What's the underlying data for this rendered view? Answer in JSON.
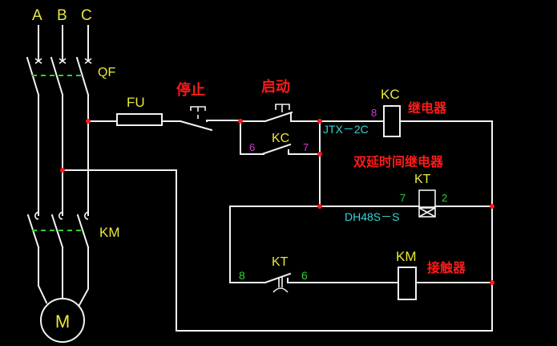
{
  "phases": {
    "a": "A",
    "b": "B",
    "c": "C"
  },
  "breaker": {
    "label": "QF"
  },
  "fuse": {
    "label": "FU"
  },
  "stop_button": {
    "label": "停止"
  },
  "start_button": {
    "label": "启动"
  },
  "relay_kc": {
    "label": "KC",
    "name": "继电器",
    "model": "JTX－2C",
    "terminal_in": "8",
    "contact_label": "KC",
    "contact_terminal_left": "6",
    "contact_terminal_right": "7"
  },
  "timer_kt": {
    "label": "KT",
    "name": "双延时间继电器",
    "model": "DH48S－S",
    "terminal_left": "7",
    "terminal_right": "2",
    "contact_label": "KT",
    "contact_terminal_left": "8",
    "contact_terminal_right": "6"
  },
  "contactor_km": {
    "label": "KM",
    "name": "接触器",
    "main_contact_label": "KM"
  },
  "motor": {
    "label": "M"
  },
  "colors": {
    "background": "#000000",
    "wire": "#f2f2f2",
    "component_label": "#e8e83a",
    "chinese_label": "#ff1a1a",
    "terminal_kc": "#d43ad4",
    "terminal_kt": "#2fd32f",
    "model_text": "#3ad4d4",
    "mechanical_link": "#2fd32f",
    "junction": "#ff1a1a"
  }
}
